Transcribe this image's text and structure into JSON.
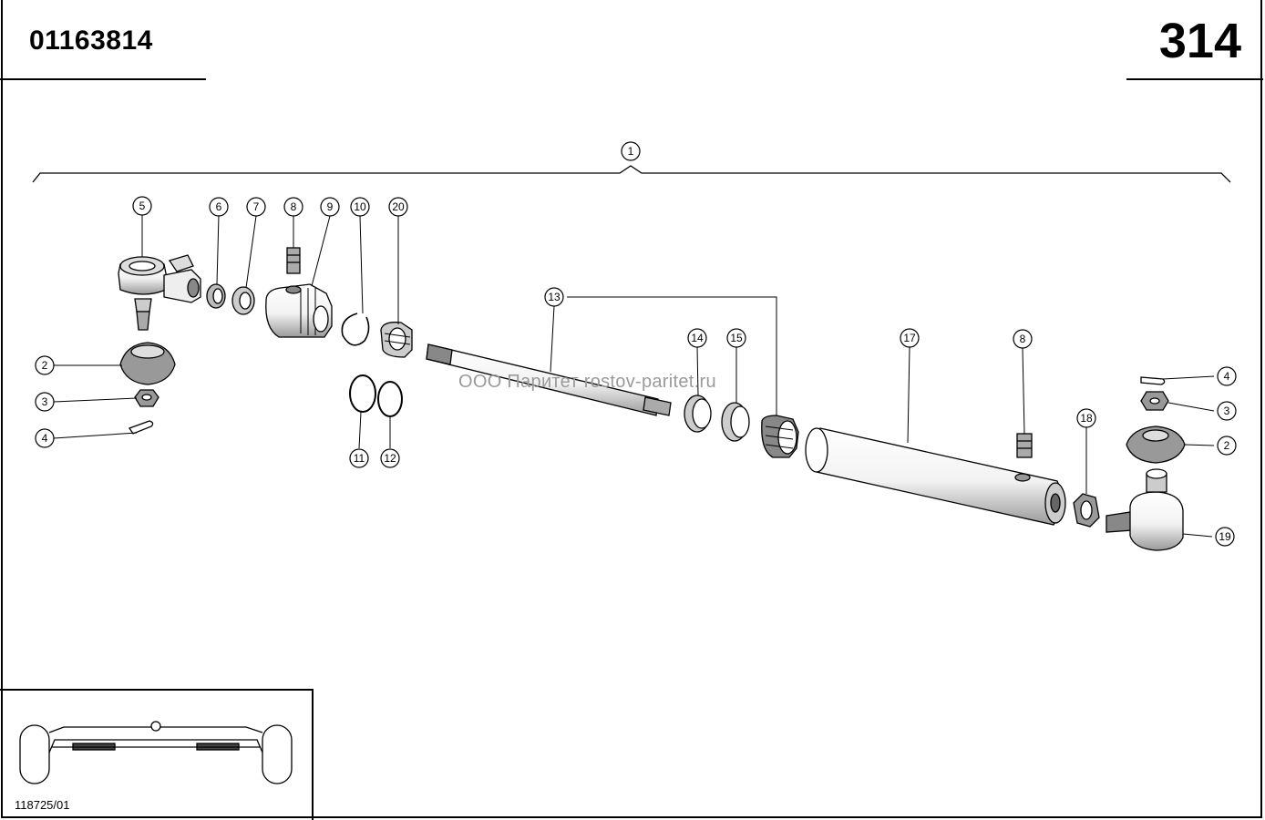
{
  "header": {
    "doc_number": "01163814",
    "page_number": "314"
  },
  "watermark": "ООО Паритет    rostov-paritet.ru",
  "inset": {
    "code": "118725/01"
  },
  "callouts": [
    {
      "id": "c1",
      "label": "1"
    },
    {
      "id": "c5",
      "label": "5"
    },
    {
      "id": "c6",
      "label": "6"
    },
    {
      "id": "c7",
      "label": "7"
    },
    {
      "id": "c8a",
      "label": "8"
    },
    {
      "id": "c9",
      "label": "9"
    },
    {
      "id": "c10",
      "label": "10"
    },
    {
      "id": "c20",
      "label": "20"
    },
    {
      "id": "c2a",
      "label": "2"
    },
    {
      "id": "c3a",
      "label": "3"
    },
    {
      "id": "c4a",
      "label": "4"
    },
    {
      "id": "c11",
      "label": "11"
    },
    {
      "id": "c12",
      "label": "12"
    },
    {
      "id": "c13",
      "label": "13"
    },
    {
      "id": "c14",
      "label": "14"
    },
    {
      "id": "c15",
      "label": "15"
    },
    {
      "id": "c17",
      "label": "17"
    },
    {
      "id": "c8b",
      "label": "8"
    },
    {
      "id": "c18",
      "label": "18"
    },
    {
      "id": "c4b",
      "label": "4"
    },
    {
      "id": "c3b",
      "label": "3"
    },
    {
      "id": "c2b",
      "label": "2"
    },
    {
      "id": "c19",
      "label": "19"
    }
  ]
}
